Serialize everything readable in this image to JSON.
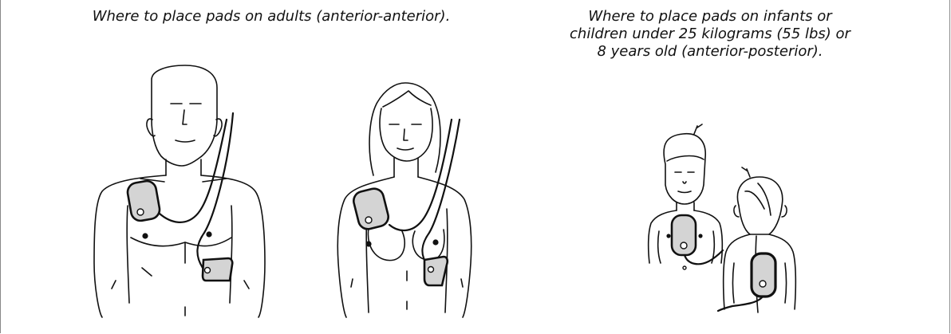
{
  "captions": {
    "adult": "Where to place pads on adults (anterior-anterior).",
    "child_lines": [
      "Where to place pads on infants or",
      "children under 25 kilograms (55 lbs) or",
      "8 years old (anterior-posterior)."
    ]
  },
  "colors": {
    "pad_fill": "#d4d4d4",
    "line": "#111111"
  }
}
